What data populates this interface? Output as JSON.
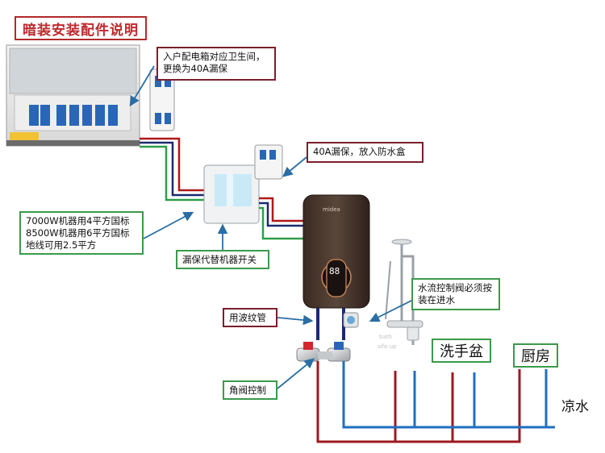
{
  "title": "暗装安装配件说明",
  "notes": {
    "main_box": "入户配电箱对应卫生间，更换为40A漏保",
    "breaker_box": "40A漏保，放入防水盒",
    "wire_spec": [
      "7000W机器用4平方国标",
      "8500W机器用6平方国标",
      "地线可用2.5平方"
    ],
    "breaker_replace": "漏保代替机器开关",
    "flow_valve": "水流控制阀必须按装在进水",
    "corrugated_pipe": "用波纹管",
    "angle_valve": "角阀控制"
  },
  "fixtures": {
    "basin": "洗手盆",
    "kitchen": "厨房",
    "cold_water": "凉水"
  },
  "icons": [
    "distribution-panel",
    "circuit-breaker-icon",
    "waterproof-box",
    "water-heater",
    "shower-set",
    "angle-valve-icon",
    "flow-control-valve-icon"
  ],
  "colors": {
    "title_border": "#b22a2a",
    "title_text": "#c0282d",
    "note_red_border": "#7a1f2c",
    "note_green_border": "#3b9a4a",
    "arrow": "#2a6ea3",
    "hot_pipe": "#9c1a22",
    "cold_pipe": "#1f6fc0",
    "live_wire": "#b01818",
    "neutral_wire": "#1a2b6e",
    "earth_wire": "#2f9e49"
  }
}
